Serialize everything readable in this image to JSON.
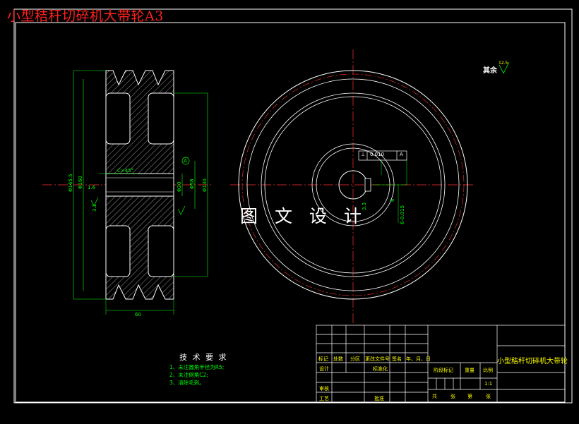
{
  "drawing_title": "小型秸秆切碎机大带轮A3",
  "watermark": "图 文 设 计",
  "roughness": {
    "label": "其余",
    "value": "12.5"
  },
  "tech_requirements": {
    "title": "技 术 要 求",
    "items": [
      "1、未注圆角半径为R5;",
      "2、未注倒角C2;",
      "3、清除毛刺。"
    ]
  },
  "dimensions": {
    "outer_dia": "Φ165.5",
    "d160": "Φ160",
    "d130": "Φ130",
    "d58": "Φ58",
    "bore": "Φ20",
    "width": "60",
    "chamfer": "C×45°",
    "r16": "1.6",
    "r32": "3.2",
    "groove_w": "6",
    "key_depth": "3.3",
    "key_w": "6-0.015",
    "datum": "A"
  },
  "tolerance_frame": {
    "symbol": "⊥",
    "value": "0.010",
    "datum": "A"
  },
  "title_block": {
    "part_name": "小型秸秆切碎机大带轮",
    "headers": [
      "标记",
      "处数",
      "分区",
      "更改文件号",
      "签名",
      "年、月、日"
    ],
    "row_design": [
      "设计",
      "标准化"
    ],
    "row_review": "审核",
    "row_process": [
      "工艺",
      "批准"
    ],
    "stage_label": "阶段标记",
    "weight_label": "重量",
    "scale_label": "比例",
    "scale_value": "1:1",
    "sheet_row": [
      "共",
      "张",
      "第",
      "张"
    ]
  }
}
